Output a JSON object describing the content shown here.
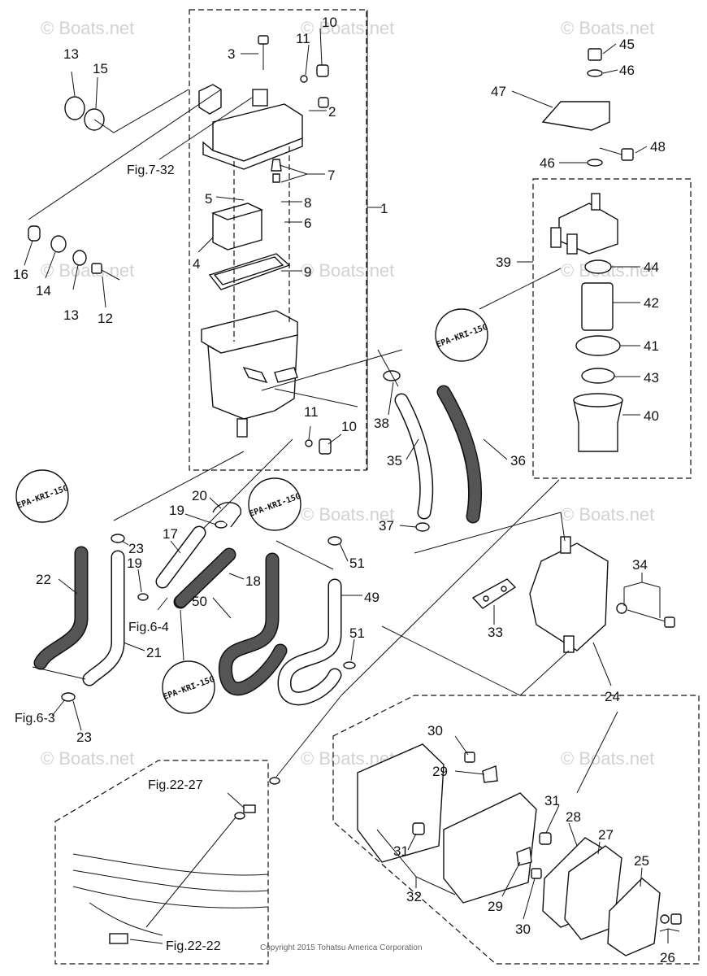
{
  "watermark": "© Boats.net",
  "copyright": "Copyright 2015 Tohatsu America Corporation",
  "epa_label": "EPA-KRI-15G",
  "part_numbers": [
    "1",
    "2",
    "3",
    "4",
    "5",
    "6",
    "7",
    "8",
    "9",
    "10",
    "11",
    "12",
    "13",
    "14",
    "15",
    "16",
    "17",
    "18",
    "19",
    "20",
    "21",
    "22",
    "23",
    "24",
    "25",
    "26",
    "27",
    "28",
    "29",
    "30",
    "31",
    "32",
    "33",
    "34",
    "35",
    "36",
    "37",
    "38",
    "39",
    "40",
    "41",
    "42",
    "43",
    "44",
    "45",
    "46",
    "47",
    "48",
    "49",
    "50",
    "51"
  ],
  "figure_refs": {
    "fig7_32": "Fig.7-32",
    "fig6_4": "Fig.6-4",
    "fig6_3": "Fig.6-3",
    "fig22_27": "Fig.22-27",
    "fig22_22": "Fig.22-22"
  }
}
